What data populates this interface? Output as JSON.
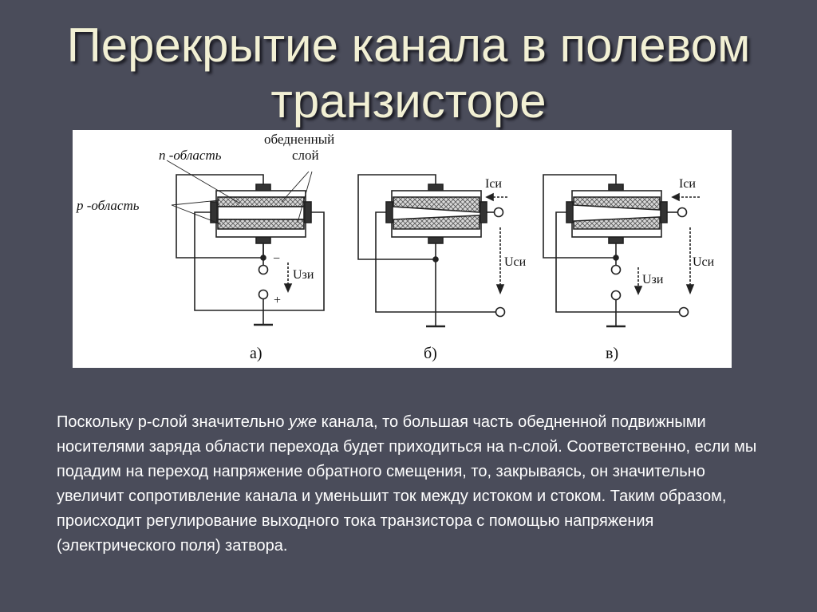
{
  "slide": {
    "title_line1": "Перекрытие канала в полевом",
    "title_line2": "транзисторе",
    "paragraph_parts": [
      "Поскольку p-слой значительно ",
      "уже",
      " канала, то большая часть обедненной подвижными носителями заряда области перехода будет приходиться на n-слой. Соответственно, если мы подадим на переход напряжение обратного смещения, то, закрываясь, он значительно увеличит сопротивление канала и уменьшит ток между истоком и стоком. Таким образом, происходит регулирование выходного тока транзистора с помощью напряжения (электрического поля) затвора."
    ]
  },
  "diagram": {
    "labels": {
      "n_region": "n -область",
      "depleted_line1": "обедненный",
      "depleted_line2": "слой",
      "p_region": "p -область",
      "u_zi": "Uзи",
      "i_si": "Iси",
      "u_si": "Uси",
      "minus": "−",
      "plus": "+"
    },
    "panels": [
      "а)",
      "б)",
      "в)"
    ]
  }
}
